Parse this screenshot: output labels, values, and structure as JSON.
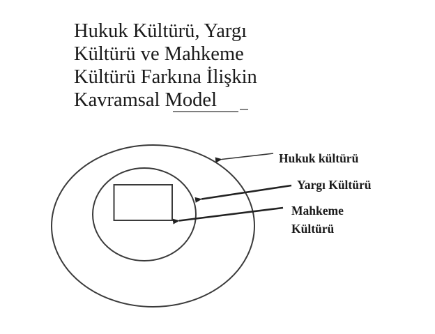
{
  "title": {
    "lines": [
      "Hukuk Kültürü, Yargı",
      "Kültürü ve Mahkeme",
      "Kültürü Farkına İlişkin",
      "Kavramsal Model"
    ]
  },
  "diagram": {
    "type": "nested-concentric-model",
    "colors": {
      "background": "#ffffff",
      "stroke": "#333333",
      "text": "#1a1a1a"
    },
    "layers": [
      {
        "id": "outer-ellipse",
        "label": "Hukuk kültürü",
        "shape": "ellipse"
      },
      {
        "id": "inner-ellipse",
        "label": "Yargı Kültürü",
        "shape": "ellipse"
      },
      {
        "id": "inner-rectangle",
        "label": "Mahkeme Kültürü",
        "shape": "rectangle"
      }
    ],
    "labels": {
      "hukuk": "Hukuk kültürü",
      "yargi": "Yargı Kültürü",
      "mahkeme_line1": "Mahkeme",
      "mahkeme_line2": "Kültürü"
    }
  }
}
